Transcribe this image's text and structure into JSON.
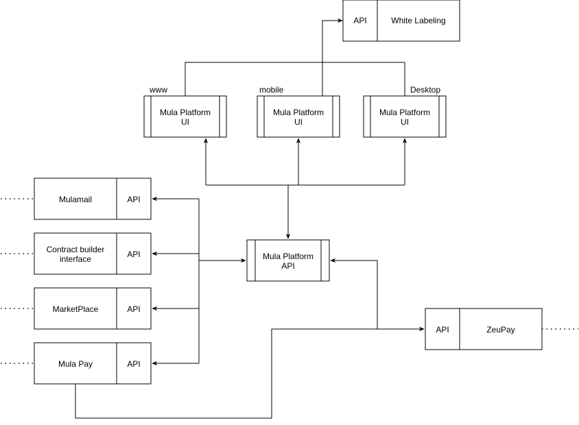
{
  "white_labeling": {
    "api_label": "API",
    "name": "White Labeling"
  },
  "ui_nodes": [
    {
      "channel": "www",
      "title_line1": "Mula Platform",
      "title_line2": "UI"
    },
    {
      "channel": "mobile",
      "title_line1": "Mula Platform",
      "title_line2": "UI"
    },
    {
      "channel": "Desktop",
      "title_line1": "Mula Platform",
      "title_line2": "UI"
    }
  ],
  "core_api": {
    "title_line1": "Mula Platform",
    "title_line2": "API"
  },
  "services": [
    {
      "name_line1": "Mulamail",
      "name_line2": "",
      "api_label": "API"
    },
    {
      "name_line1": "Contract builder",
      "name_line2": "interface",
      "api_label": "API"
    },
    {
      "name_line1": "MarketPlace",
      "name_line2": "",
      "api_label": "API"
    },
    {
      "name_line1": "Mula Pay",
      "name_line2": "",
      "api_label": "API"
    }
  ],
  "zeupay": {
    "api_label": "API",
    "name": "ZeuPay"
  }
}
